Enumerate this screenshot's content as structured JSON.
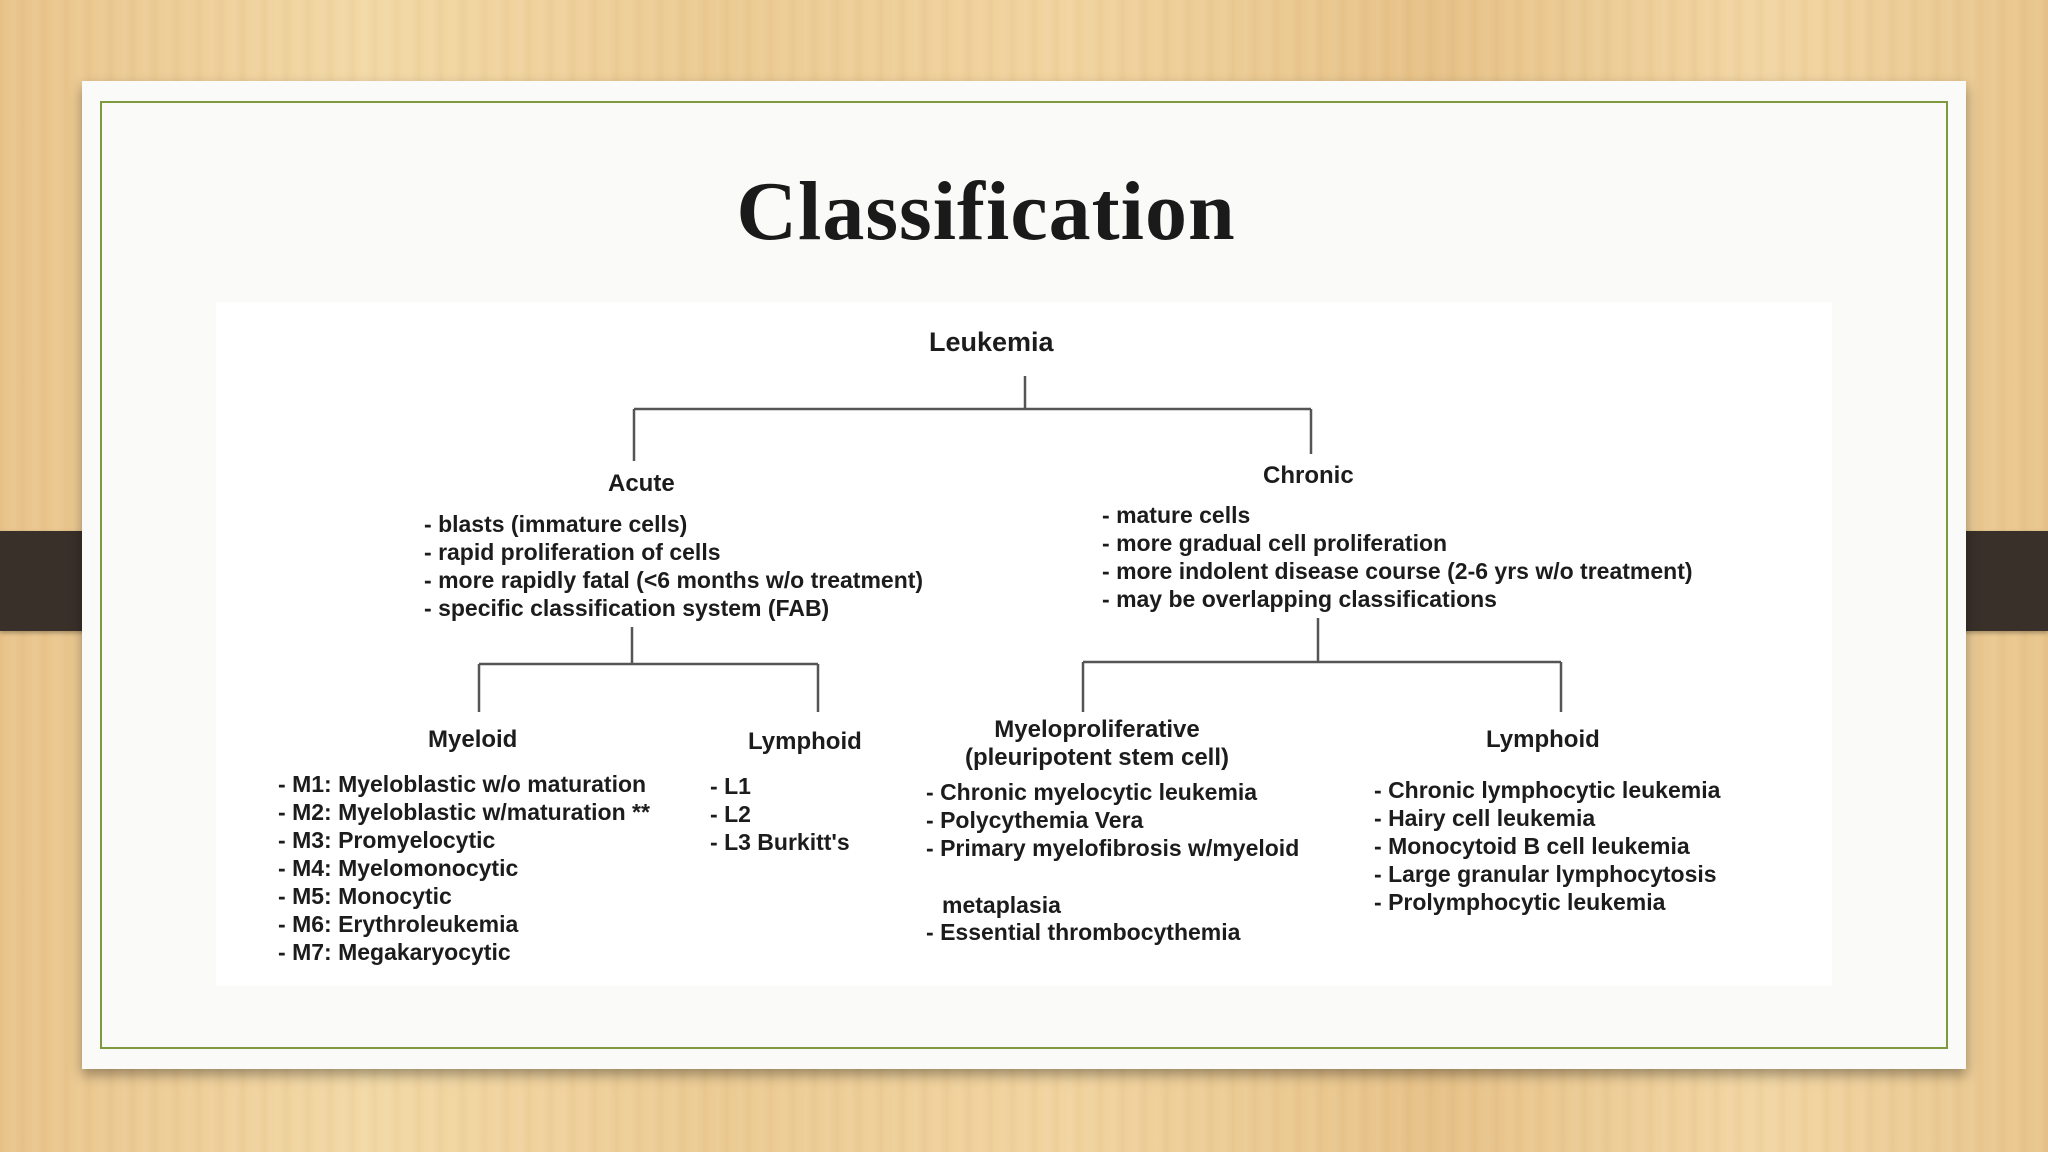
{
  "slide": {
    "title": "Classification"
  },
  "diagram": {
    "root": "Leukemia",
    "acute": {
      "label": "Acute",
      "features": [
        "blasts (immature cells)",
        "rapid proliferation of cells",
        "more rapidly fatal (<6 months w/o treatment)",
        "specific classification system (FAB)"
      ],
      "myeloid": {
        "label": "Myeloid",
        "items": [
          "M1: Myeloblastic w/o maturation",
          "M2: Myeloblastic w/maturation **",
          "M3: Promyelocytic",
          "M4: Myelomonocytic",
          "M5: Monocytic",
          "M6: Erythroleukemia",
          "M7: Megakaryocytic"
        ]
      },
      "lymphoid": {
        "label": "Lymphoid",
        "items": [
          "L1",
          "L2",
          "L3 Burkitt's"
        ]
      }
    },
    "chronic": {
      "label": "Chronic",
      "features": [
        "mature cells",
        "more gradual cell proliferation",
        "more indolent disease course (2-6 yrs w/o treatment)",
        "may be overlapping classifications"
      ],
      "myeloproliferative": {
        "label_line1": "Myeloproliferative",
        "label_line2": "(pleuripotent stem cell)",
        "items": [
          "Chronic myelocytic leukemia",
          "Polycythemia Vera",
          "Primary myelofibrosis w/myeloid"
        ],
        "continuation": "metaplasia",
        "last_item": "Essential thrombocythemia"
      },
      "lymphoid": {
        "label": "Lymphoid",
        "items": [
          "Chronic lymphocytic leukemia",
          "Hairy cell leukemia",
          "Monocytoid B cell leukemia",
          "Large granular lymphocytosis",
          "Prolymphocytic leukemia"
        ]
      }
    }
  }
}
